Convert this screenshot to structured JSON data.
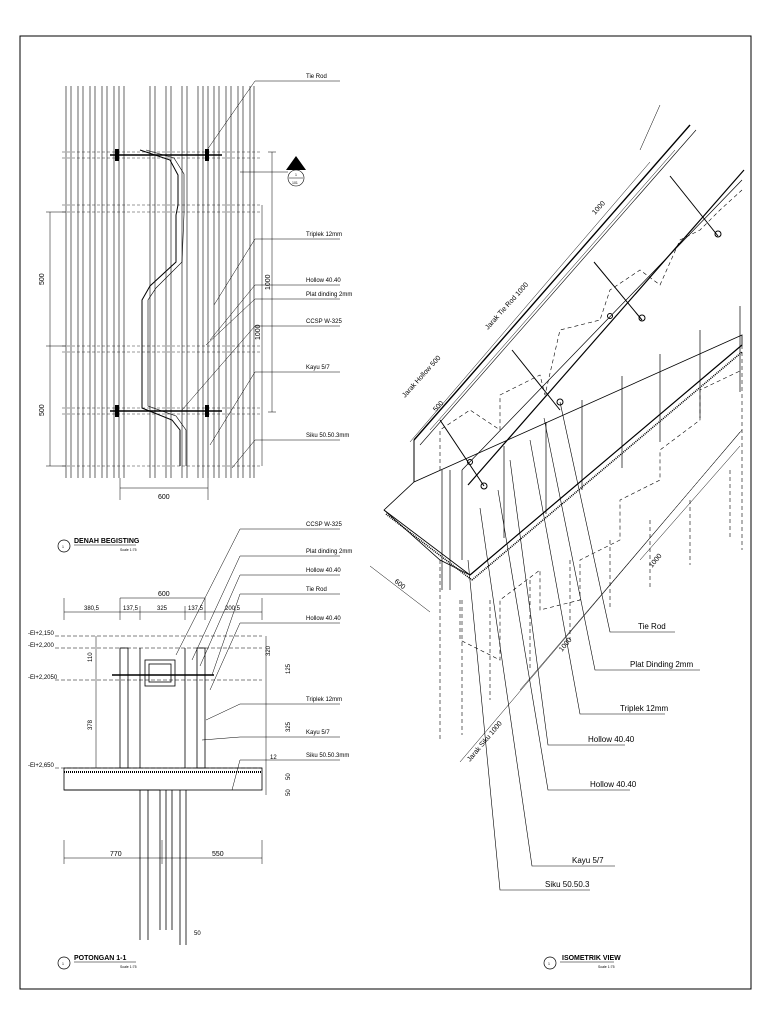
{
  "plan": {
    "title": "DENAH BEGISTING",
    "number": "1",
    "scale": "Scale 1:75",
    "labels": {
      "tie_rod": "Tie Rod",
      "triplek": "Triplek 12mm",
      "hollow": "Hollow 40.40",
      "plat": "Plat dinding 2mm",
      "ccsp": "CCSP W-325",
      "kayu": "Kayu 5/7",
      "siku": "Siku 50.50.3mm"
    },
    "dims": {
      "d500a": "500",
      "d500b": "500",
      "d600": "600",
      "d1000a": "1000",
      "d1000b": "1000"
    },
    "section_mark": {
      "num": "1",
      "ref": "101"
    }
  },
  "section": {
    "title": "POTONGAN 1-1",
    "number": "1",
    "scale": "Scale 1:75",
    "labels": {
      "ccsp": "CCSP W-325",
      "plat": "Plat dinding 2mm",
      "hollow1": "Hollow 40.40",
      "tie_rod": "Tie Rod",
      "hollow2": "Hollow 40.40",
      "triplek": "Triplek 12mm",
      "kayu": "Kayu 5/7",
      "siku": "Siku 50.50.3mm"
    },
    "elevations": {
      "e1": "-El+2,150",
      "e2": "-El+2,200",
      "e3": "-El+2,2050",
      "e4": "-El+2,650"
    },
    "dims": {
      "d600": "600",
      "d380": "380,5",
      "d137a": "137,5",
      "d325": "325",
      "d137b": "137,5",
      "d200": "200,5",
      "d110": "110",
      "d378": "378",
      "d125": "125",
      "d325v": "325",
      "d12": "12",
      "d50a": "50",
      "d50b": "50",
      "d770": "770",
      "d550": "550",
      "d50c": "50",
      "d320": "320"
    }
  },
  "iso": {
    "title": "ISOMETRIK VIEW",
    "number": "1",
    "scale": "Scale 1:75",
    "labels": {
      "tie_rod": "Tie Rod",
      "plat": "Plat Dinding 2mm",
      "triplek": "Triplek 12mm",
      "hollow1": "Hollow 40.40",
      "hollow2": "Hollow 40.40",
      "kayu": "Kayu 5/7",
      "siku": "Siku 50.50.3"
    },
    "dims": {
      "d1000top": "1000",
      "jarak_tie": "Jarak Tie Rod 1000",
      "jarak_hollow": "Jarak Hollow 500",
      "d600": "600",
      "jarak_siku": "Jarak Siku 1000",
      "d1000mid": "1000",
      "d1000r": "1000",
      "d500": "500"
    }
  }
}
